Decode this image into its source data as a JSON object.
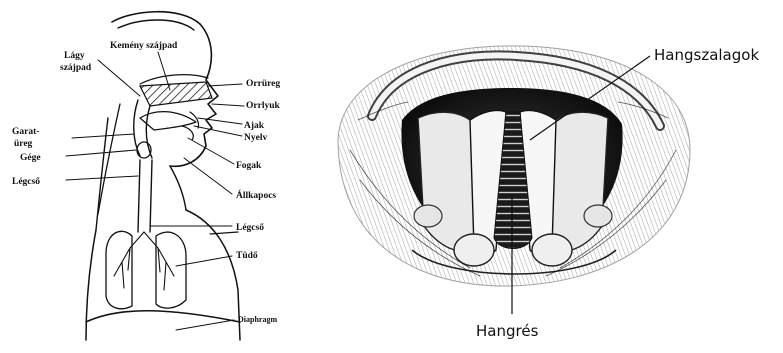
{
  "left_diagram": {
    "labels": {
      "kemeny_szajpad": "Kemény szájpad",
      "lagy_szajpad_1": "Lágy",
      "lagy_szajpad_2": "szájpad",
      "orruireg": "Orrüreg",
      "orrlyuk": "Orrlyuk",
      "ajak": "Ajak",
      "nyelv": "Nyelv",
      "fogak": "Fogak",
      "garatureg_1": "Garat-",
      "garatureg_2": "üreg",
      "gege": "Gége",
      "legcso_left": "Légcső",
      "allkapocs": "Állkapocs",
      "legcso_right": "Légcső",
      "tudo": "Tüdő",
      "diaphragm": "Diaphragm"
    }
  },
  "right_diagram": {
    "labels": {
      "hangszalagok": "Hangszalagok",
      "hangres": "Hangrés"
    }
  }
}
